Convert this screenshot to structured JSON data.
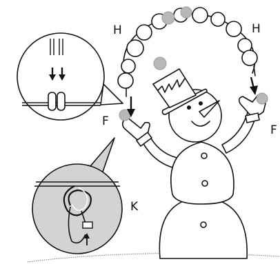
{
  "labels": {
    "h_left": "H",
    "h_right": "H",
    "f_left": "F",
    "f_right": "F",
    "k": "K"
  },
  "colors": {
    "ink": "#111111",
    "highlight": "#b8b8b8",
    "highlight_stroke": "#9a9a9a",
    "zoom_fill": "#d2d4d3",
    "ground": "#888888"
  }
}
